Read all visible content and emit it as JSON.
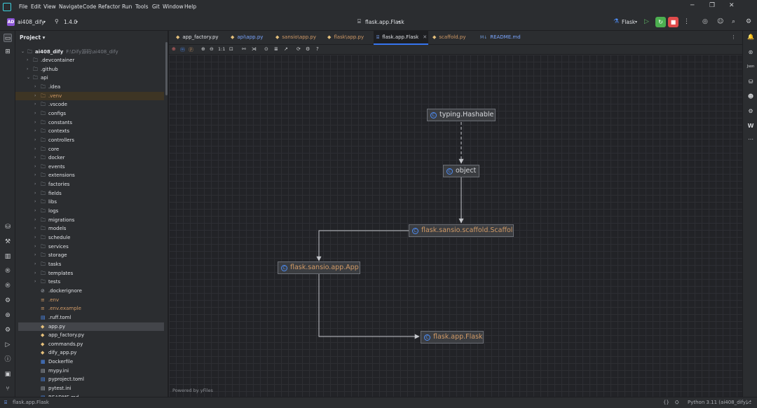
{
  "menu": [
    "File",
    "Edit",
    "View",
    "Navigate",
    "Code",
    "Refactor",
    "Run",
    "Tools",
    "Git",
    "Window",
    "Help"
  ],
  "toolbar": {
    "project_badge": "AD",
    "project_name": "ai408_dify",
    "version": "1.4.0",
    "center_title": "flask.app.Flask",
    "run_config": "Flask"
  },
  "project_panel": {
    "title": "Project",
    "root_name": "ai408_dify",
    "root_path": "F:\\Dify源码\\ai408_dify",
    "items": [
      {
        "label": ".devcontainer",
        "type": "folder",
        "depth": 1
      },
      {
        "label": ".github",
        "type": "folder",
        "depth": 1
      },
      {
        "label": "api",
        "type": "folder",
        "depth": 1,
        "open": true
      },
      {
        "label": ".idea",
        "type": "folder",
        "depth": 2
      },
      {
        "label": ".venv",
        "type": "folder-excluded",
        "depth": 2
      },
      {
        "label": ".vscode",
        "type": "folder",
        "depth": 2
      },
      {
        "label": "configs",
        "type": "package",
        "depth": 2
      },
      {
        "label": "constants",
        "type": "package",
        "depth": 2
      },
      {
        "label": "contexts",
        "type": "package",
        "depth": 2
      },
      {
        "label": "controllers",
        "type": "package",
        "depth": 2
      },
      {
        "label": "core",
        "type": "package",
        "depth": 2
      },
      {
        "label": "docker",
        "type": "folder",
        "depth": 2
      },
      {
        "label": "events",
        "type": "package",
        "depth": 2
      },
      {
        "label": "extensions",
        "type": "package",
        "depth": 2
      },
      {
        "label": "factories",
        "type": "package",
        "depth": 2
      },
      {
        "label": "fields",
        "type": "package",
        "depth": 2
      },
      {
        "label": "libs",
        "type": "package",
        "depth": 2
      },
      {
        "label": "logs",
        "type": "folder",
        "depth": 2
      },
      {
        "label": "migrations",
        "type": "package",
        "depth": 2
      },
      {
        "label": "models",
        "type": "package",
        "depth": 2
      },
      {
        "label": "schedule",
        "type": "package",
        "depth": 2
      },
      {
        "label": "services",
        "type": "package",
        "depth": 2
      },
      {
        "label": "storage",
        "type": "package",
        "depth": 2
      },
      {
        "label": "tasks",
        "type": "package",
        "depth": 2
      },
      {
        "label": "templates",
        "type": "folder",
        "depth": 2
      },
      {
        "label": "tests",
        "type": "package",
        "depth": 2
      },
      {
        "label": ".dockerignore",
        "type": "file-ignore",
        "depth": 2
      },
      {
        "label": ".env",
        "type": "file-env",
        "depth": 2
      },
      {
        "label": ".env.example",
        "type": "file-env",
        "depth": 2
      },
      {
        "label": ".ruff.toml",
        "type": "file-toml",
        "depth": 2
      },
      {
        "label": "app.py",
        "type": "file-py",
        "depth": 2,
        "selected": true
      },
      {
        "label": "app_factory.py",
        "type": "file-py",
        "depth": 2
      },
      {
        "label": "commands.py",
        "type": "file-py",
        "depth": 2
      },
      {
        "label": "dify_app.py",
        "type": "file-py",
        "depth": 2
      },
      {
        "label": "Dockerfile",
        "type": "file-docker",
        "depth": 2
      },
      {
        "label": "mypy.ini",
        "type": "file-ini",
        "depth": 2
      },
      {
        "label": "pyproject.toml",
        "type": "file-toml",
        "depth": 2
      },
      {
        "label": "pytest.ini",
        "type": "file-ini",
        "depth": 2
      },
      {
        "label": "README.md",
        "type": "file-md",
        "depth": 2
      }
    ]
  },
  "tabs": [
    {
      "label": "app_factory.py",
      "icon": "python"
    },
    {
      "label": "api\\app.py",
      "icon": "python"
    },
    {
      "label": "sansio\\app.py",
      "icon": "python"
    },
    {
      "label": "flask\\app.py",
      "icon": "python"
    },
    {
      "label": "flask.app.Flask",
      "icon": "diagram",
      "active": true
    },
    {
      "label": "scaffold.py",
      "icon": "python"
    },
    {
      "label": "README.md",
      "icon": "markdown"
    }
  ],
  "diagram": {
    "nodes": [
      {
        "id": "hashable",
        "label": "typing.Hashable",
        "style": "plain"
      },
      {
        "id": "object",
        "label": "object",
        "style": "plain"
      },
      {
        "id": "scaffold",
        "label": "flask.sansio.scaffold.Scaffold",
        "style": "orange"
      },
      {
        "id": "sansio_app",
        "label": "flask.sansio.app.App",
        "style": "orange"
      },
      {
        "id": "flask",
        "label": "flask.app.Flask",
        "style": "orange"
      }
    ],
    "edges": [
      {
        "from": "hashable",
        "to": "object",
        "kind": "dashed"
      },
      {
        "from": "object",
        "to": "scaffold",
        "kind": "solid"
      },
      {
        "from": "scaffold",
        "to": "sansio_app",
        "kind": "solid"
      },
      {
        "from": "sansio_app",
        "to": "flask",
        "kind": "solid"
      }
    ],
    "powered_by": "Powered by yFiles"
  },
  "statusbar": {
    "left": "flask.app.Flask",
    "interpreter": "Python 3.11 (ai408_dify)"
  },
  "colors": {
    "accent": "#3574f0",
    "orange_text": "#d19a66",
    "node_bg": "#3b3d41",
    "run_green": "#4caf50",
    "stop_red": "#e04b4b"
  }
}
